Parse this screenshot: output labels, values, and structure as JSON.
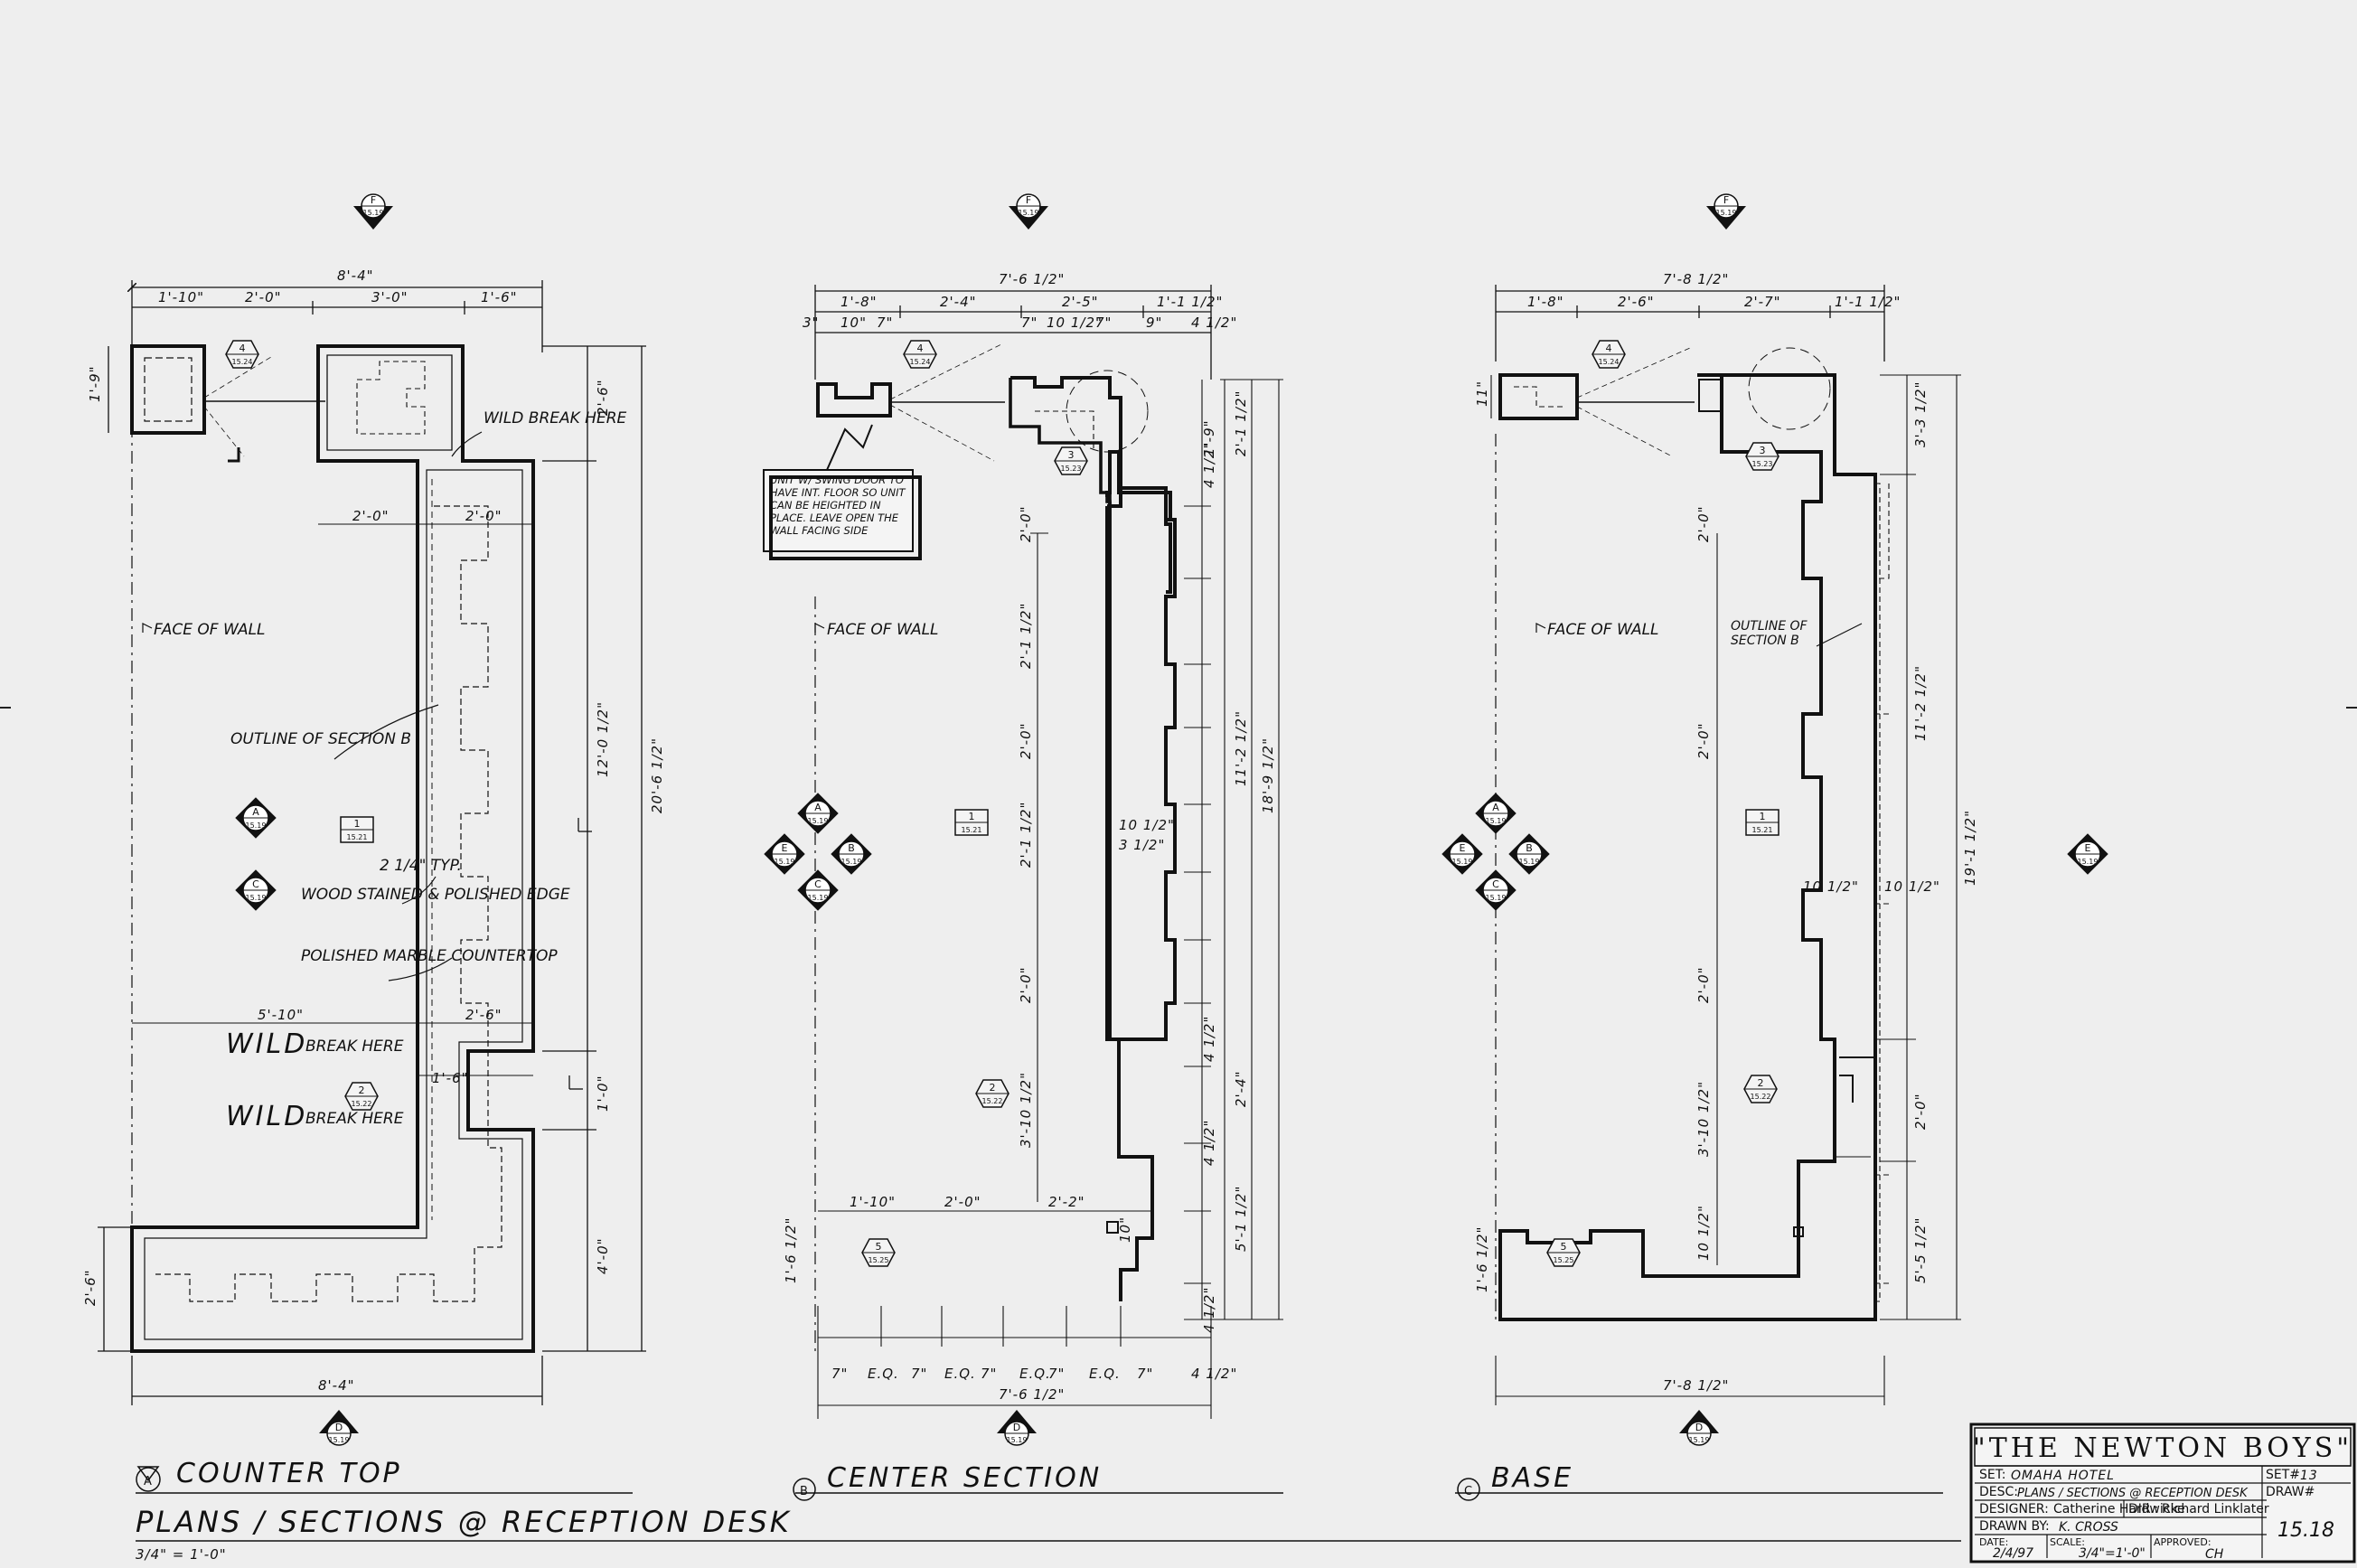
{
  "sheet": {
    "main_title": "PLANS / SECTIONS @ RECEPTION DESK",
    "scale_note": "3/4\" = 1'-0\""
  },
  "views": [
    {
      "letter": "A",
      "title": "COUNTER TOP",
      "overall_width": "8'-4\"",
      "bottom_width": "8'-4\"",
      "top_dims": [
        "1'-10\"",
        "2'-0\"",
        "3'-0\"",
        "1'-6\""
      ],
      "right_dims": [
        "2'-6\"",
        "12'-0 1/2\"",
        "1'-0\"",
        "4'-0\""
      ],
      "overall_height": "20'-6 1/2\"",
      "left_dims": [
        "1'-9\"",
        "2'-6\""
      ],
      "inner_dims": [
        "2'-0\"",
        "2'-0\"",
        "5'-10\"",
        "2'-6\"",
        "1'-6\""
      ],
      "notes": {
        "face_of_wall": "FACE OF WALL",
        "outline": "OUTLINE OF SECTION B",
        "wild_break": "WILD BREAK HERE",
        "wood": "WOOD STAINED & POLISHED EDGE",
        "typ": "2 1/4\" TYP.",
        "marble": "POLISHED MARBLE COUNTERTOP",
        "wild1": "WILD",
        "wild1b": "BREAK HERE",
        "wild2": "WILD",
        "wild2b": "BREAK HERE"
      }
    },
    {
      "letter": "B",
      "title": "CENTER SECTION",
      "overall_width": "7'-6 1/2\"",
      "bottom_width": "7'-6 1/2\"",
      "top_dims": [
        "1'-8\"",
        "2'-4\"",
        "2'-5\"",
        "1'-1 1/2\""
      ],
      "top_sub_dims": [
        "3\"",
        "10\"",
        "7\"",
        "7\"",
        "10 1/2\"",
        "7\"",
        "9\"",
        "4 1/2\""
      ],
      "left_dims": [
        "2'-0\"",
        "2'-1 1/2\"",
        "2'-0\"",
        "2'-1 1/2\"",
        "2'-0\"",
        "3'-10 1/2\"",
        "1'-6 1/2\""
      ],
      "right_dims": [
        "4 1/2\"",
        "2'-1 1/2\"",
        "1'-9\"",
        "18'-9 1/2\"",
        "11'-2 1/2\"",
        "4 1/2\"",
        "2'-4\"",
        "4 1/2\"",
        "5'-1 1/2\"",
        "4 1/2\""
      ],
      "bottom_dims": [
        "1'-10\"",
        "2'-0\"",
        "2'-2\""
      ],
      "tooth_labels": [
        "7\"",
        "E.Q.",
        "7\"",
        "E.Q.",
        "7\"",
        "E.Q.",
        "7\"",
        "E.Q.",
        "7\"",
        "4 1/2\""
      ],
      "callout": "UNIT W/ SWING DOOR TO HAVE INT. FLOOR SO UNIT CAN BE HEIGHTED IN PLACE. LEAVE OPEN THE WALL FACING SIDE",
      "face_of_wall": "FACE OF WALL",
      "inner_dims": [
        "10 1/2\"",
        "3 1/2\"",
        "10\""
      ]
    },
    {
      "letter": "C",
      "title": "BASE",
      "overall_width": "7'-8 1/2\"",
      "bottom_width": "7'-8 1/2\"",
      "top_dims": [
        "1'-8\"",
        "2'-6\"",
        "2'-7\"",
        "1'-1 1/2\""
      ],
      "left_dims": [
        "11\"",
        "2'-0\"",
        "2'-0\"",
        "2'-0\"",
        "3'-10 1/2\"",
        "1'-6 1/2\""
      ],
      "right_dims": [
        "3'-3 1/2\"",
        "11'-2 1/2\"",
        "19'-1 1/2\"",
        "2'-0\"",
        "5'-5 1/2\""
      ],
      "face_of_wall": "FACE OF WALL",
      "outline": "OUTLINE OF SECTION B",
      "inner_dims": [
        "10 1/2\"",
        "10 1/2\"",
        "10 1/2\""
      ]
    }
  ],
  "markers": {
    "sheet_ref": "15.19",
    "sheet_ref_alt": "15.24",
    "sec1": "1",
    "sec2": "2",
    "sec3": "3",
    "sec4": "4",
    "sec5": "5",
    "ref1": "15.21",
    "ref2": "15.22",
    "ref3": "15.23",
    "ref4": "15.24",
    "ref5": "15.25",
    "dir": [
      "A",
      "B",
      "C",
      "D",
      "E",
      "F"
    ]
  },
  "title_block": {
    "company": "\"THE NEWTON BOYS\"",
    "set_label": "SET:",
    "set_value": "OMAHA HOTEL",
    "setno_label": "SET#",
    "setno_value": "13",
    "desc_label": "DESC:",
    "desc_value": "PLANS / SECTIONS @ RECEPTION DESK",
    "draw_label": "DRAW#",
    "designer_label": "DESIGNER:",
    "designer_value": "Catherine Hardwicke",
    "dir_label": "DIR.:",
    "dir_value": "Richard Linklater",
    "drawnby_label": "DRAWN BY:",
    "drawnby_value": "K. CROSS",
    "date_label": "DATE:",
    "date_value": "2/4/97",
    "scale_label": "SCALE:",
    "scale_value": "3/4\"=1'-0\"",
    "approved_label": "APPROVED:",
    "approved_value": "CH",
    "sheet_number": "15.18"
  }
}
